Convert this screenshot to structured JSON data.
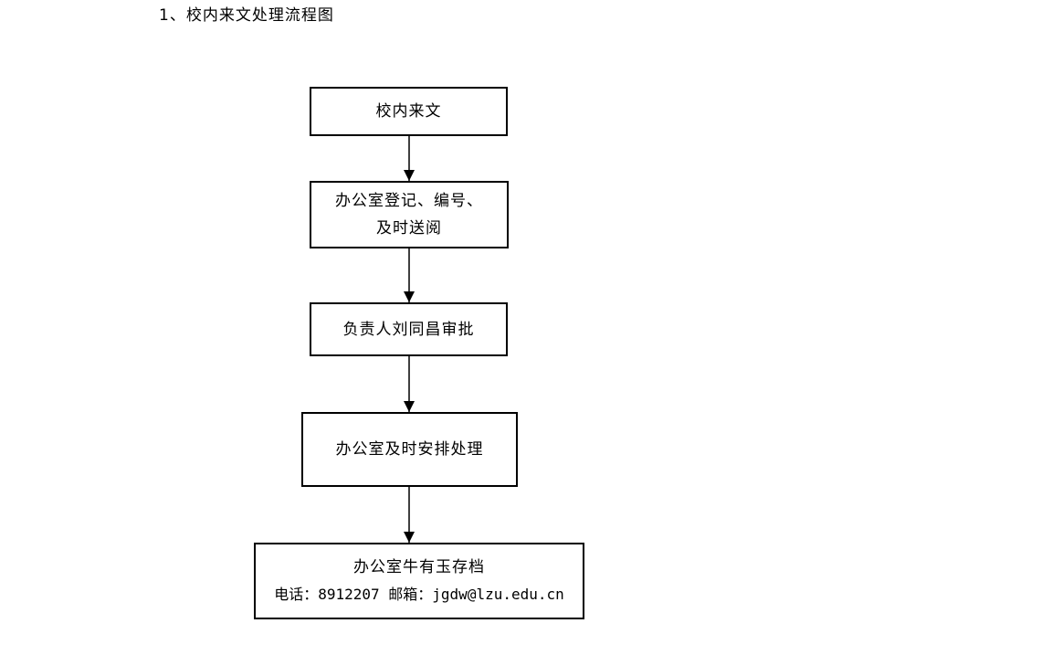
{
  "title": "1、校内来文处理流程图",
  "nodes": {
    "n1": {
      "line1": "校内来文"
    },
    "n2": {
      "line1": "办公室登记、编号、",
      "line2": "及时送阅"
    },
    "n3": {
      "line1": "负责人刘同昌审批"
    },
    "n4": {
      "line1": "办公室及时安排处理"
    },
    "n5": {
      "line1": "办公室牛有玉存档",
      "line2": "电话：8912207 邮箱：jgdw@lzu.edu.cn"
    }
  },
  "colors": {
    "stroke": "#000000",
    "background": "#ffffff"
  }
}
